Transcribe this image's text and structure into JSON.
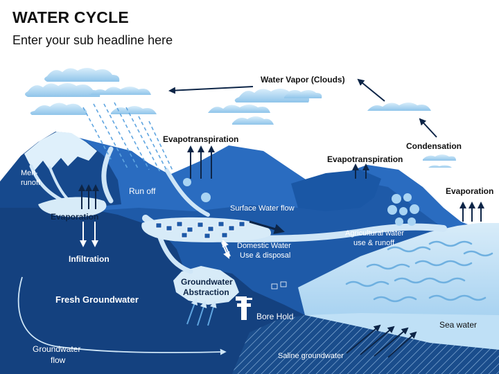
{
  "header": {
    "title": "WATER CYCLE",
    "subtitle": "Enter your sub headline here"
  },
  "labels": {
    "water_vapor": "Water Vapor (Clouds)",
    "condensation": "Condensation",
    "evapotranspiration_left": "Evapotranspiration",
    "evapotranspiration_right": "Evapotranspiration",
    "evaporation_sea": "Evaporation",
    "evaporation_lake": "Evaporation",
    "melt_runoff_1": "Melt-",
    "melt_runoff_2": "runoff",
    "run_off": "Run off",
    "surface_water_flow": "Surface Water flow",
    "domestic_1": "Domestic Water",
    "domestic_2": "Use & disposal",
    "agricultural_1": "Agricultural water",
    "agricultural_2": "use & runoff",
    "infiltration": "Infiltration",
    "fresh_groundwater": "Fresh Groundwater",
    "gw_abstraction_1": "Groundwater",
    "gw_abstraction_2": "Abstraction",
    "bore_hold": "Bore Hold",
    "sea_water": "Sea water",
    "saline_groundwater": "Saline groundwater",
    "gw_flow_1": "Groundwater",
    "gw_flow_2": "flow"
  },
  "colors": {
    "deep_blue": "#14417f",
    "mid_blue": "#1e5aa8",
    "land_blue": "#2a6cc0",
    "light_water": "#cfe6f7",
    "sea": "#bfe0f6",
    "arrow": "#0d2547"
  }
}
